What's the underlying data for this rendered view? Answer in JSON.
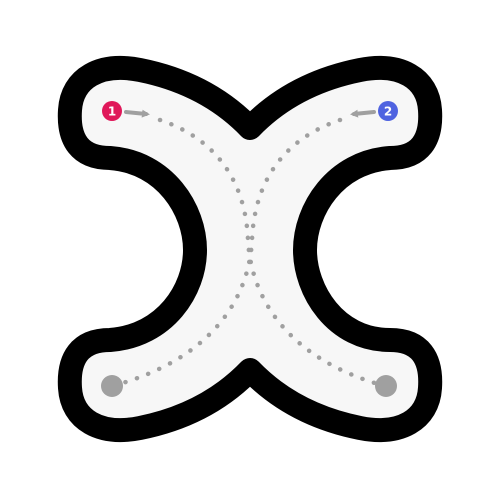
{
  "shape": {
    "name": "x-shaped track",
    "outline_color": "#000000",
    "fill_color": "#f7f7f7",
    "background_color": "#ffffff"
  },
  "paths": {
    "color": "#a0a0a0",
    "style": "dotted"
  },
  "markers": {
    "start_1": {
      "label": "1",
      "color": "#e0185a"
    },
    "start_2": {
      "label": "2",
      "color": "#4f63e0"
    },
    "end_left": {
      "color": "#a0a0a0"
    },
    "end_right": {
      "color": "#a0a0a0"
    }
  }
}
